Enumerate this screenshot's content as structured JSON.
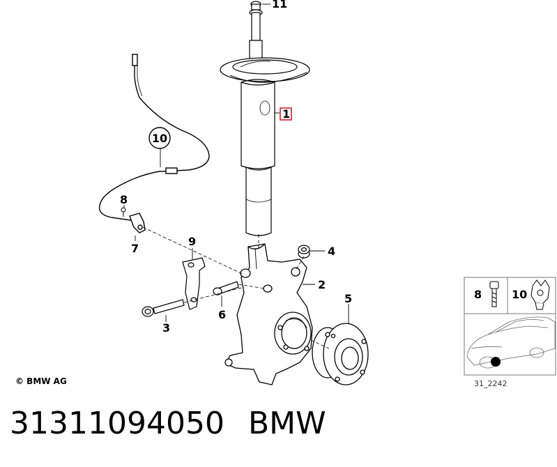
{
  "diagram": {
    "callouts": {
      "c1": "1",
      "c2": "2",
      "c3": "3",
      "c4": "4",
      "c5": "5",
      "c6": "6",
      "c7": "7",
      "c8": "8",
      "c9": "9",
      "c10": "10",
      "c11": "11"
    },
    "legend": {
      "item8": "8",
      "item10": "10",
      "ref_code": "31_2242"
    },
    "copyright": "© BMW AG",
    "highlight_color": "#d0202c"
  },
  "footer": {
    "part_number": "31311094050",
    "brand": "BMW"
  }
}
